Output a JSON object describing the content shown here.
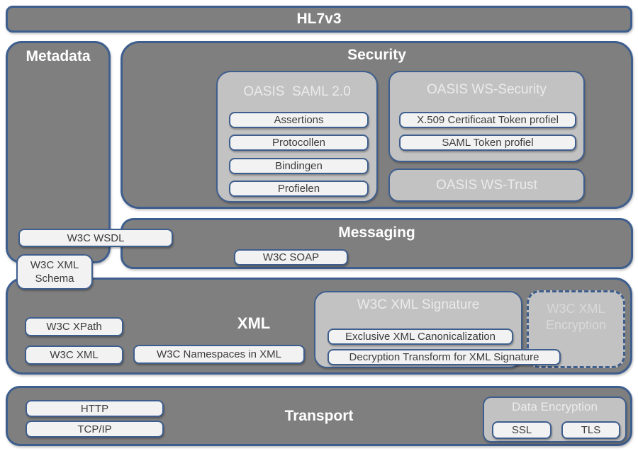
{
  "palette": {
    "layer_fill": "#7f7f7f",
    "group_fill": "#c2c2c2",
    "item_fill": "#f2f2f2",
    "border_blue": "#3e5e8e",
    "title_white": "#ffffff",
    "group_title": "#ebebeb",
    "item_text": "#3c3c3c"
  },
  "hl7v3": {
    "label": "HL7v3"
  },
  "metadata": {
    "label": "Metadata",
    "wsdl": "W3C WSDL",
    "schema": "W3C XML Schema"
  },
  "security": {
    "label": "Security",
    "saml": {
      "title": "OASIS  SAML 2.0",
      "items": [
        "Assertions",
        "Protocollen",
        "Bindingen",
        "Profielen"
      ]
    },
    "ws_security": {
      "title": "OASIS WS-Security",
      "items": [
        "X.509 Certificaat Token profiel",
        "SAML Token profiel"
      ]
    },
    "ws_trust": {
      "title": "OASIS WS-Trust"
    }
  },
  "messaging": {
    "label": "Messaging",
    "soap": "W3C SOAP"
  },
  "xml": {
    "label": "XML",
    "xpath": "W3C XPath",
    "w3c_xml": "W3C XML",
    "namespaces": "W3C Namespaces in XML",
    "signature": {
      "title": "W3C XML Signature",
      "items": [
        "Exclusive XML Canonicalization",
        "Decryption Transform for XML Signature"
      ]
    },
    "encryption": {
      "title": "W3C XML Encryption"
    }
  },
  "transport": {
    "label": "Transport",
    "http": "HTTP",
    "tcpip": "TCP/IP",
    "data_encryption": {
      "title": "Data Encryption",
      "ssl": "SSL",
      "tls": "TLS"
    }
  }
}
